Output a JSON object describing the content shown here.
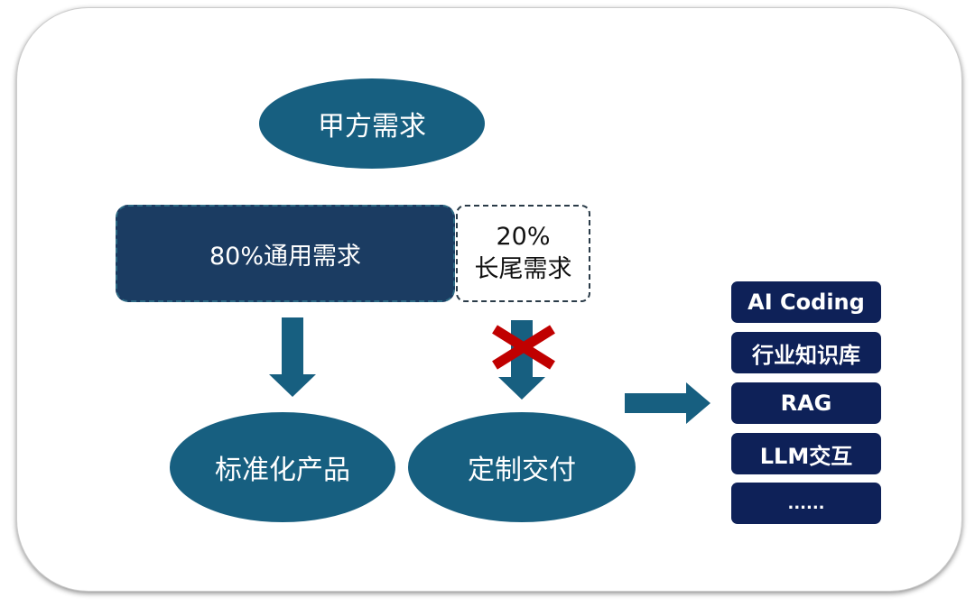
{
  "top_node": "甲方需求",
  "general_demand": "80%通用需求",
  "longtail_percent": "20%",
  "longtail_label": "长尾需求",
  "product_node": "标准化产品",
  "delivery_node": "定制交付",
  "capabilities": [
    "AI Coding",
    "行业知识库",
    "RAG",
    "LLM交互",
    "......"
  ],
  "colors": {
    "node": "#175f80",
    "general": "#1b3c62",
    "tag": "#0e2158",
    "cross": "#c00000"
  }
}
